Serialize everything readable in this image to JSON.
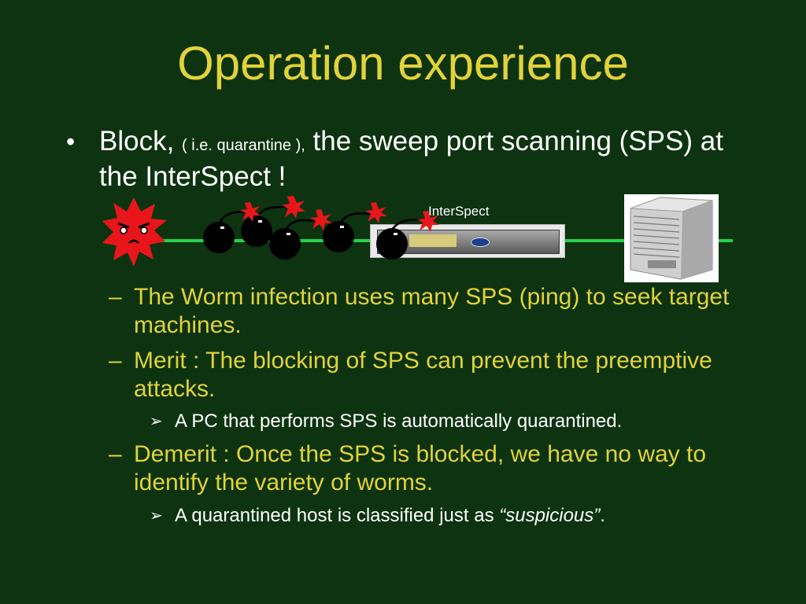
{
  "title": "Operation experience",
  "bullet1": {
    "lead": "Block,",
    "aside": "( i.e. quarantine ),",
    "rest": "the sweep port scanning (SPS) at the InterSpect !"
  },
  "diagram": {
    "device_label": "InterSpect",
    "icons": [
      "angry-worm-icon",
      "bomb-icon",
      "explosion-icon",
      "network-appliance",
      "chassis-switch"
    ],
    "colors": {
      "wire": "#23d14a",
      "worm": "#e8161a",
      "bomb": "#000000"
    }
  },
  "sub_items": [
    {
      "text": "The Worm infection uses many SPS (ping) to seek target machines."
    },
    {
      "text": "Merit : The blocking of SPS can prevent the preemptive attacks.",
      "note": "A PC that performs SPS is automatically quarantined."
    },
    {
      "text": "Demerit : Once the SPS is blocked, we have no way to identify the variety of worms.",
      "note_prefix": "A quarantined host is classified just as ",
      "note_emphasis": "“suspicious”",
      "note_suffix": "."
    }
  ],
  "colors": {
    "background": "#0d3311",
    "title": "#e2d23a",
    "body": "#ffffff",
    "sub": "#e2d23a"
  }
}
